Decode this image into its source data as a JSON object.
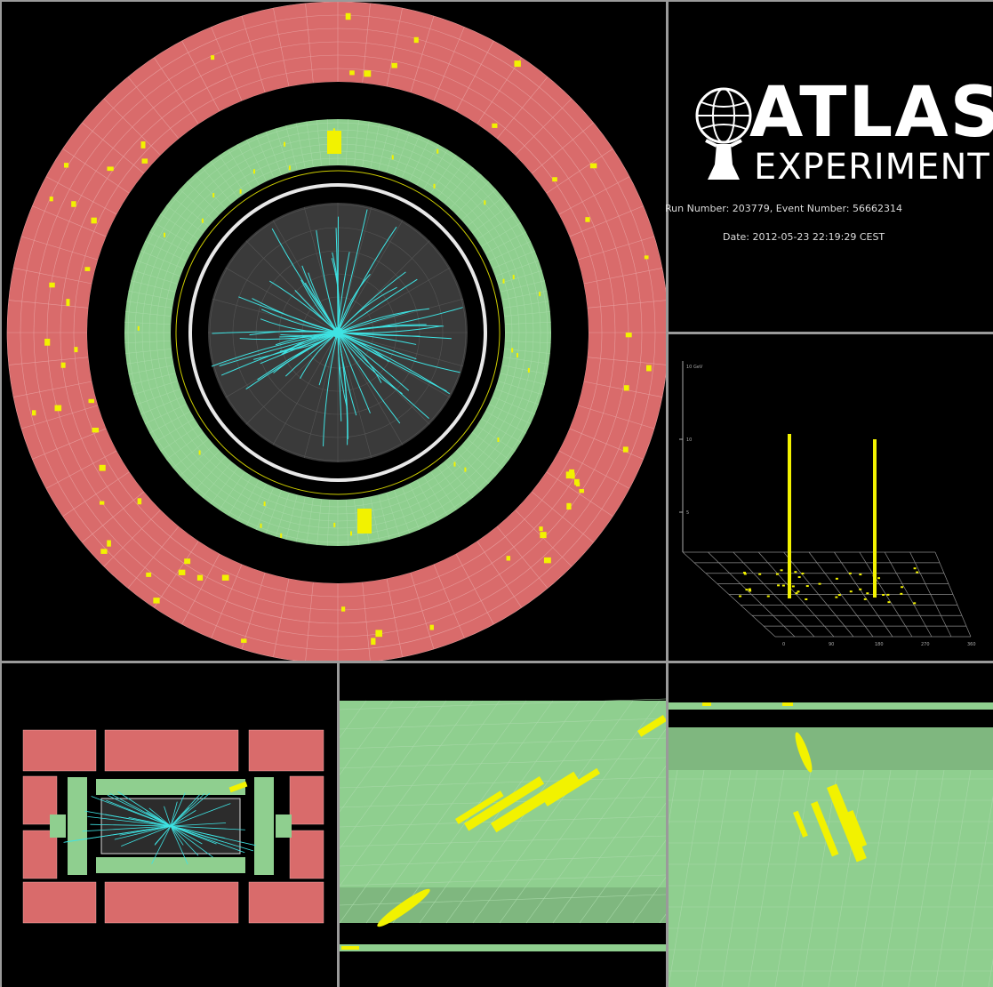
{
  "logo": {
    "name": "ATLAS",
    "subtitle": "EXPERIMENT"
  },
  "event": {
    "run_line": "Run Number: 203779, Event Number: 56662314",
    "date_line": "Date: 2012-05-23 22:19:29 CEST"
  },
  "lego_plot": {
    "axis_title": "10 GeV",
    "z_ticks": [
      "10",
      "5"
    ],
    "x_ticks": [
      "0",
      "90",
      "180",
      "270",
      "360"
    ]
  },
  "colors": {
    "background": "#000000",
    "muon_spectrometer": "#d96b6b",
    "calorimeter": "#8fcf8f",
    "tracks": "#3ee3e3",
    "deposits": "#f2f200",
    "separator": "#9a9a9a"
  }
}
